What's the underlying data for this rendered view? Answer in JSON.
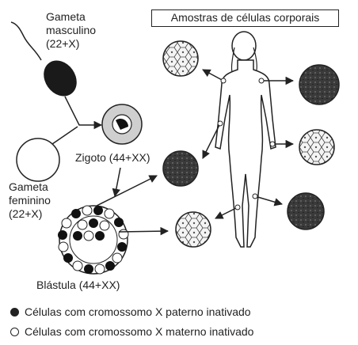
{
  "title": "Amostras de células corporais",
  "labels": {
    "male_gamete": [
      "Gameta",
      "masculino",
      "(22+X)"
    ],
    "female_gamete": [
      "Gameta",
      "feminino",
      "(22+X)"
    ],
    "zygote": "Zigoto (44+XX)",
    "blastula": "Blástula (44+XX)"
  },
  "legend": [
    {
      "icon": "filled-circle",
      "text": "Células com cromossomo X paterno inativado"
    },
    {
      "icon": "open-circle",
      "text": "Células com cromossomo X materno inativado"
    }
  ],
  "colors": {
    "ink": "#222222",
    "dark_tissue": "#3a3a3a",
    "light_tissue": "#f2f2f2",
    "zygote_fill": "#cfcfcf"
  }
}
